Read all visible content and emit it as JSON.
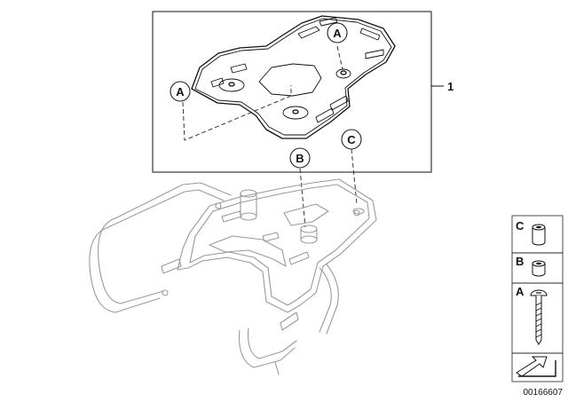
{
  "callouts": {
    "a_top": "A",
    "a_left": "A",
    "b": "B",
    "c": "C"
  },
  "part_label": "1",
  "legend": {
    "items": [
      {
        "letter": "C",
        "icon": "spacer-tall-icon"
      },
      {
        "letter": "B",
        "icon": "spacer-short-icon"
      },
      {
        "letter": "A",
        "icon": "screw-icon"
      }
    ],
    "arrow_icon": "direction-arrow-icon"
  },
  "diagram_number": "00166607"
}
